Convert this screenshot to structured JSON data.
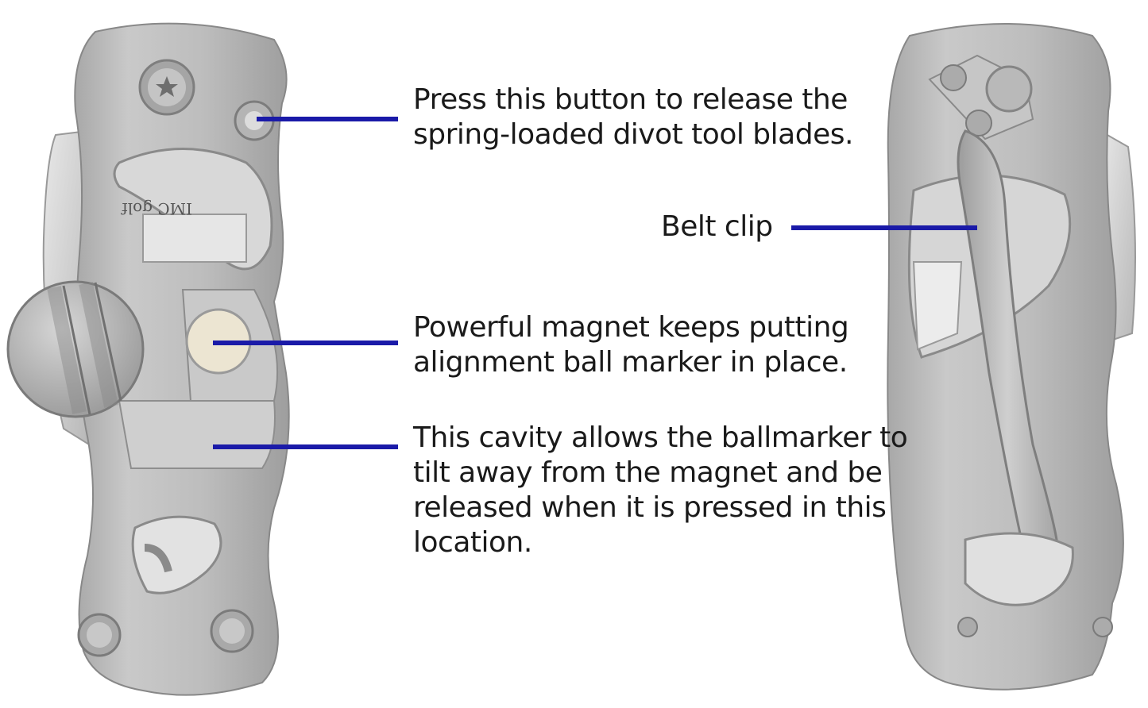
{
  "callouts": {
    "button": {
      "lines": [
        "Press this button to release the",
        "spring-loaded divot tool blades."
      ]
    },
    "belt_clip": {
      "lines": [
        "Belt clip"
      ]
    },
    "magnet": {
      "lines": [
        "Powerful magnet keeps putting",
        "alignment ball marker in place."
      ]
    },
    "cavity": {
      "lines": [
        "This cavity allows the ballmarker to",
        "tilt away from the magnet and be",
        "released when it is pressed in this",
        "location."
      ]
    }
  },
  "blade_stamp": "IMC golf",
  "colors": {
    "callout_line": "#1a1aa8",
    "metal": "#bdbdbd",
    "text": "#1a1a1a"
  }
}
